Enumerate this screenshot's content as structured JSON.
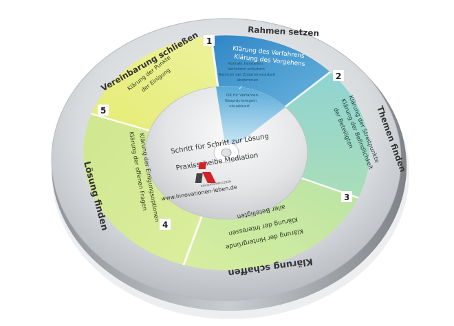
{
  "outer_ring": {
    "rahmen": "Rahmen setzen",
    "themen": "Themen finden",
    "klaerung": "Klärung schaffen",
    "loesung": "Lösung finden",
    "vereinbarung": "Vereinbarung schließen"
  },
  "segments": {
    "s1": {
      "number": "1",
      "line1": "Klärung des Verfahrens",
      "line2": "Klärung des Vorgehens"
    },
    "s2": {
      "number": "2",
      "line1": "Klärung der Streitpunkte",
      "line2": "Klärung der Befindlichkeit",
      "line3": "der Beteiligten"
    },
    "s3": {
      "number": "3",
      "line1": "Klärung der Hintergründe",
      "line2": "Klärung der Interessen",
      "line3": "aller Beteiligten"
    },
    "s4": {
      "number": "4",
      "line1": "Klärung der Einigungsoptionen",
      "line2": "Klärung der offenen Fragen"
    },
    "s5": {
      "number": "5",
      "line1": "Klärung der Punkte",
      "line2": "der Einigung"
    }
  },
  "window": {
    "line1": "Kontakt herstellen",
    "line2": "Verfahren erläutern",
    "line3": "Rahmen der Zusammenarbeit",
    "line4": "abstimmen",
    "check": "✓",
    "line5": "OK für Verfahren",
    "line6": "Gesprächsregeln",
    "line7": "visualisiert"
  },
  "center": {
    "tagline": "Schritt für Schritt zur Lösung",
    "title": "Praxisscheibe Mediation",
    "logo_caption": "INNOVATIONEN LEBEN",
    "url": "www.innovationen-leben.de"
  },
  "colors": {
    "rim": "#d6d9dd",
    "blue": "#3f92cc",
    "teal": "#9ed8d0",
    "mint": "#b5e2a8",
    "lime": "#cfe79a",
    "yellow": "#e4ec79",
    "logo_red": "#d42027"
  }
}
